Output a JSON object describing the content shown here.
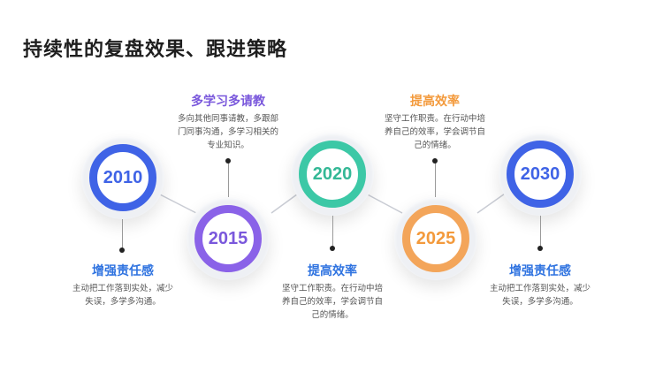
{
  "title": "持续性的复盘效果、跟进策略",
  "colors": {
    "blue": "#3f63e6",
    "purple": "#8a62e8",
    "teal": "#3cc8a6",
    "orange": "#f3a55a",
    "head_blue": "#2f73e0",
    "head_purple": "#7a58dc",
    "head_orange": "#f39a3c"
  },
  "milestones": [
    {
      "year": "2010",
      "heading": "增强责任感",
      "text": "主动把工作落到实处，减少失误，多学多沟通。"
    },
    {
      "year": "2015",
      "heading": "多学习多请教",
      "text": "多向其他同事请教，多跟部门同事沟通，多学习相关的专业知识。"
    },
    {
      "year": "2020",
      "heading": "提高效率",
      "text": "坚守工作职责。在行动中培养自己的效率，学会调节自己的情绪。"
    },
    {
      "year": "2025",
      "heading": "提高效率",
      "text": "坚守工作职责。在行动中培养自己的效率，学会调节自己的情绪。"
    },
    {
      "year": "2030",
      "heading": "增强责任感",
      "text": "主动把工作落到实处，减少失误，多学多沟通。"
    }
  ]
}
